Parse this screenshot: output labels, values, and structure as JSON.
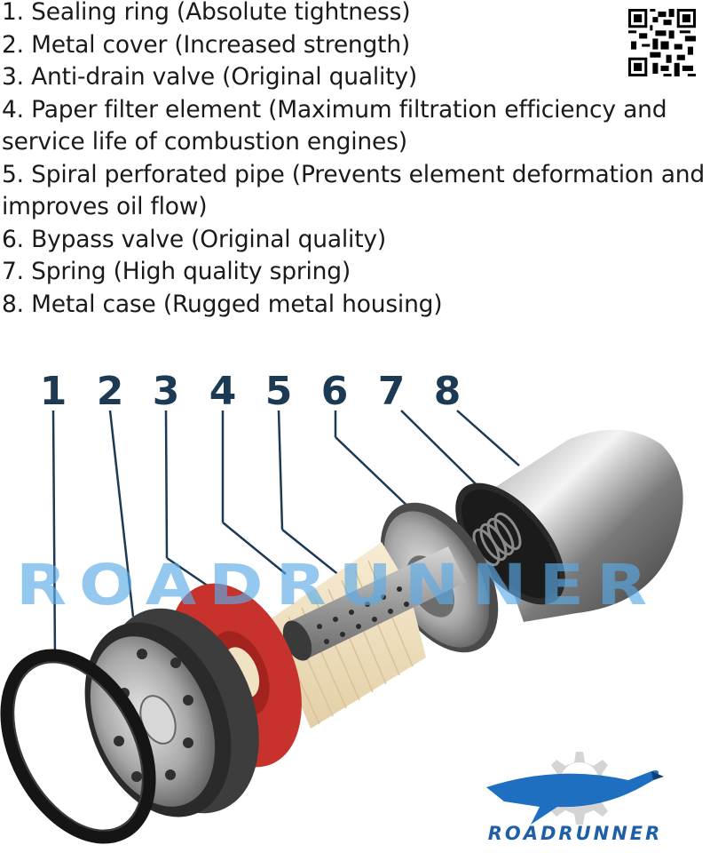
{
  "features": [
    "1. Sealing ring (Absolute tightness)",
    "2. Metal cover (Increased strength)",
    "3. Anti-drain valve (Original quality)",
    "4. Paper filter element (Maximum filtration efficiency and service life of combustion engines)",
    "5. Spiral perforated pipe (Prevents element deformation and improves oil flow)",
    "6. Bypass valve (Original quality)",
    "7. Spring (High quality spring)",
    "8. Metal case (Rugged metal housing)"
  ],
  "part_numbers": [
    "1",
    "2",
    "3",
    "4",
    "5",
    "6",
    "7",
    "8"
  ],
  "watermark": "ROADRUNNER",
  "logo_text": "ROADRUNNER",
  "colors": {
    "number_color": "#1d3a55",
    "watermark_color": "#5aaae6",
    "logo_blue": "#1e5fa8",
    "valve_red": "#c8322c",
    "paper_cream": "#f1e2c4"
  },
  "icons": [
    "qr-code-icon",
    "roadrunner-bird-logo-icon",
    "gear-icon"
  ]
}
